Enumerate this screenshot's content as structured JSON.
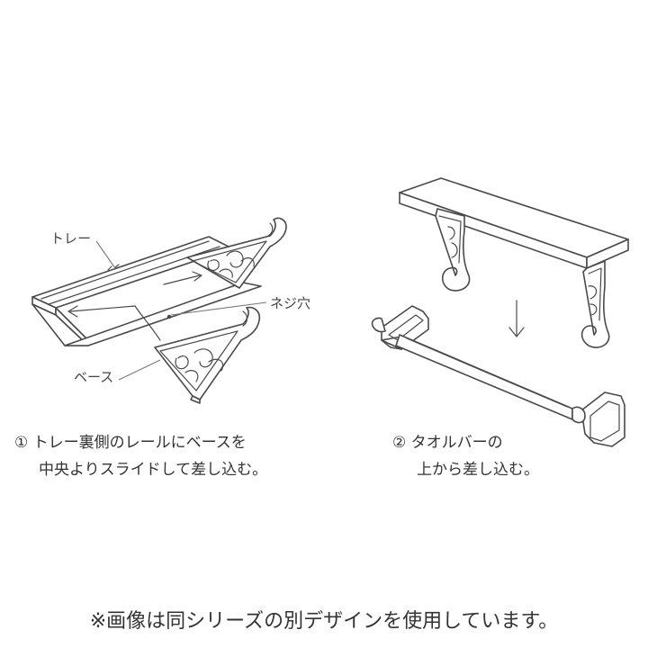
{
  "labels": {
    "tray": "トレー",
    "screw_hole": "ネジ穴",
    "base": "ベース"
  },
  "step1": {
    "number": "①",
    "line1": "トレー裏側のレールにベースを",
    "line2": "中央よりスライドして差し込む。"
  },
  "step2": {
    "number": "②",
    "line1": "タオルバーの",
    "line2": "上から差し込む。"
  },
  "note": "※画像は同シリーズの別デザインを使用しています。"
}
